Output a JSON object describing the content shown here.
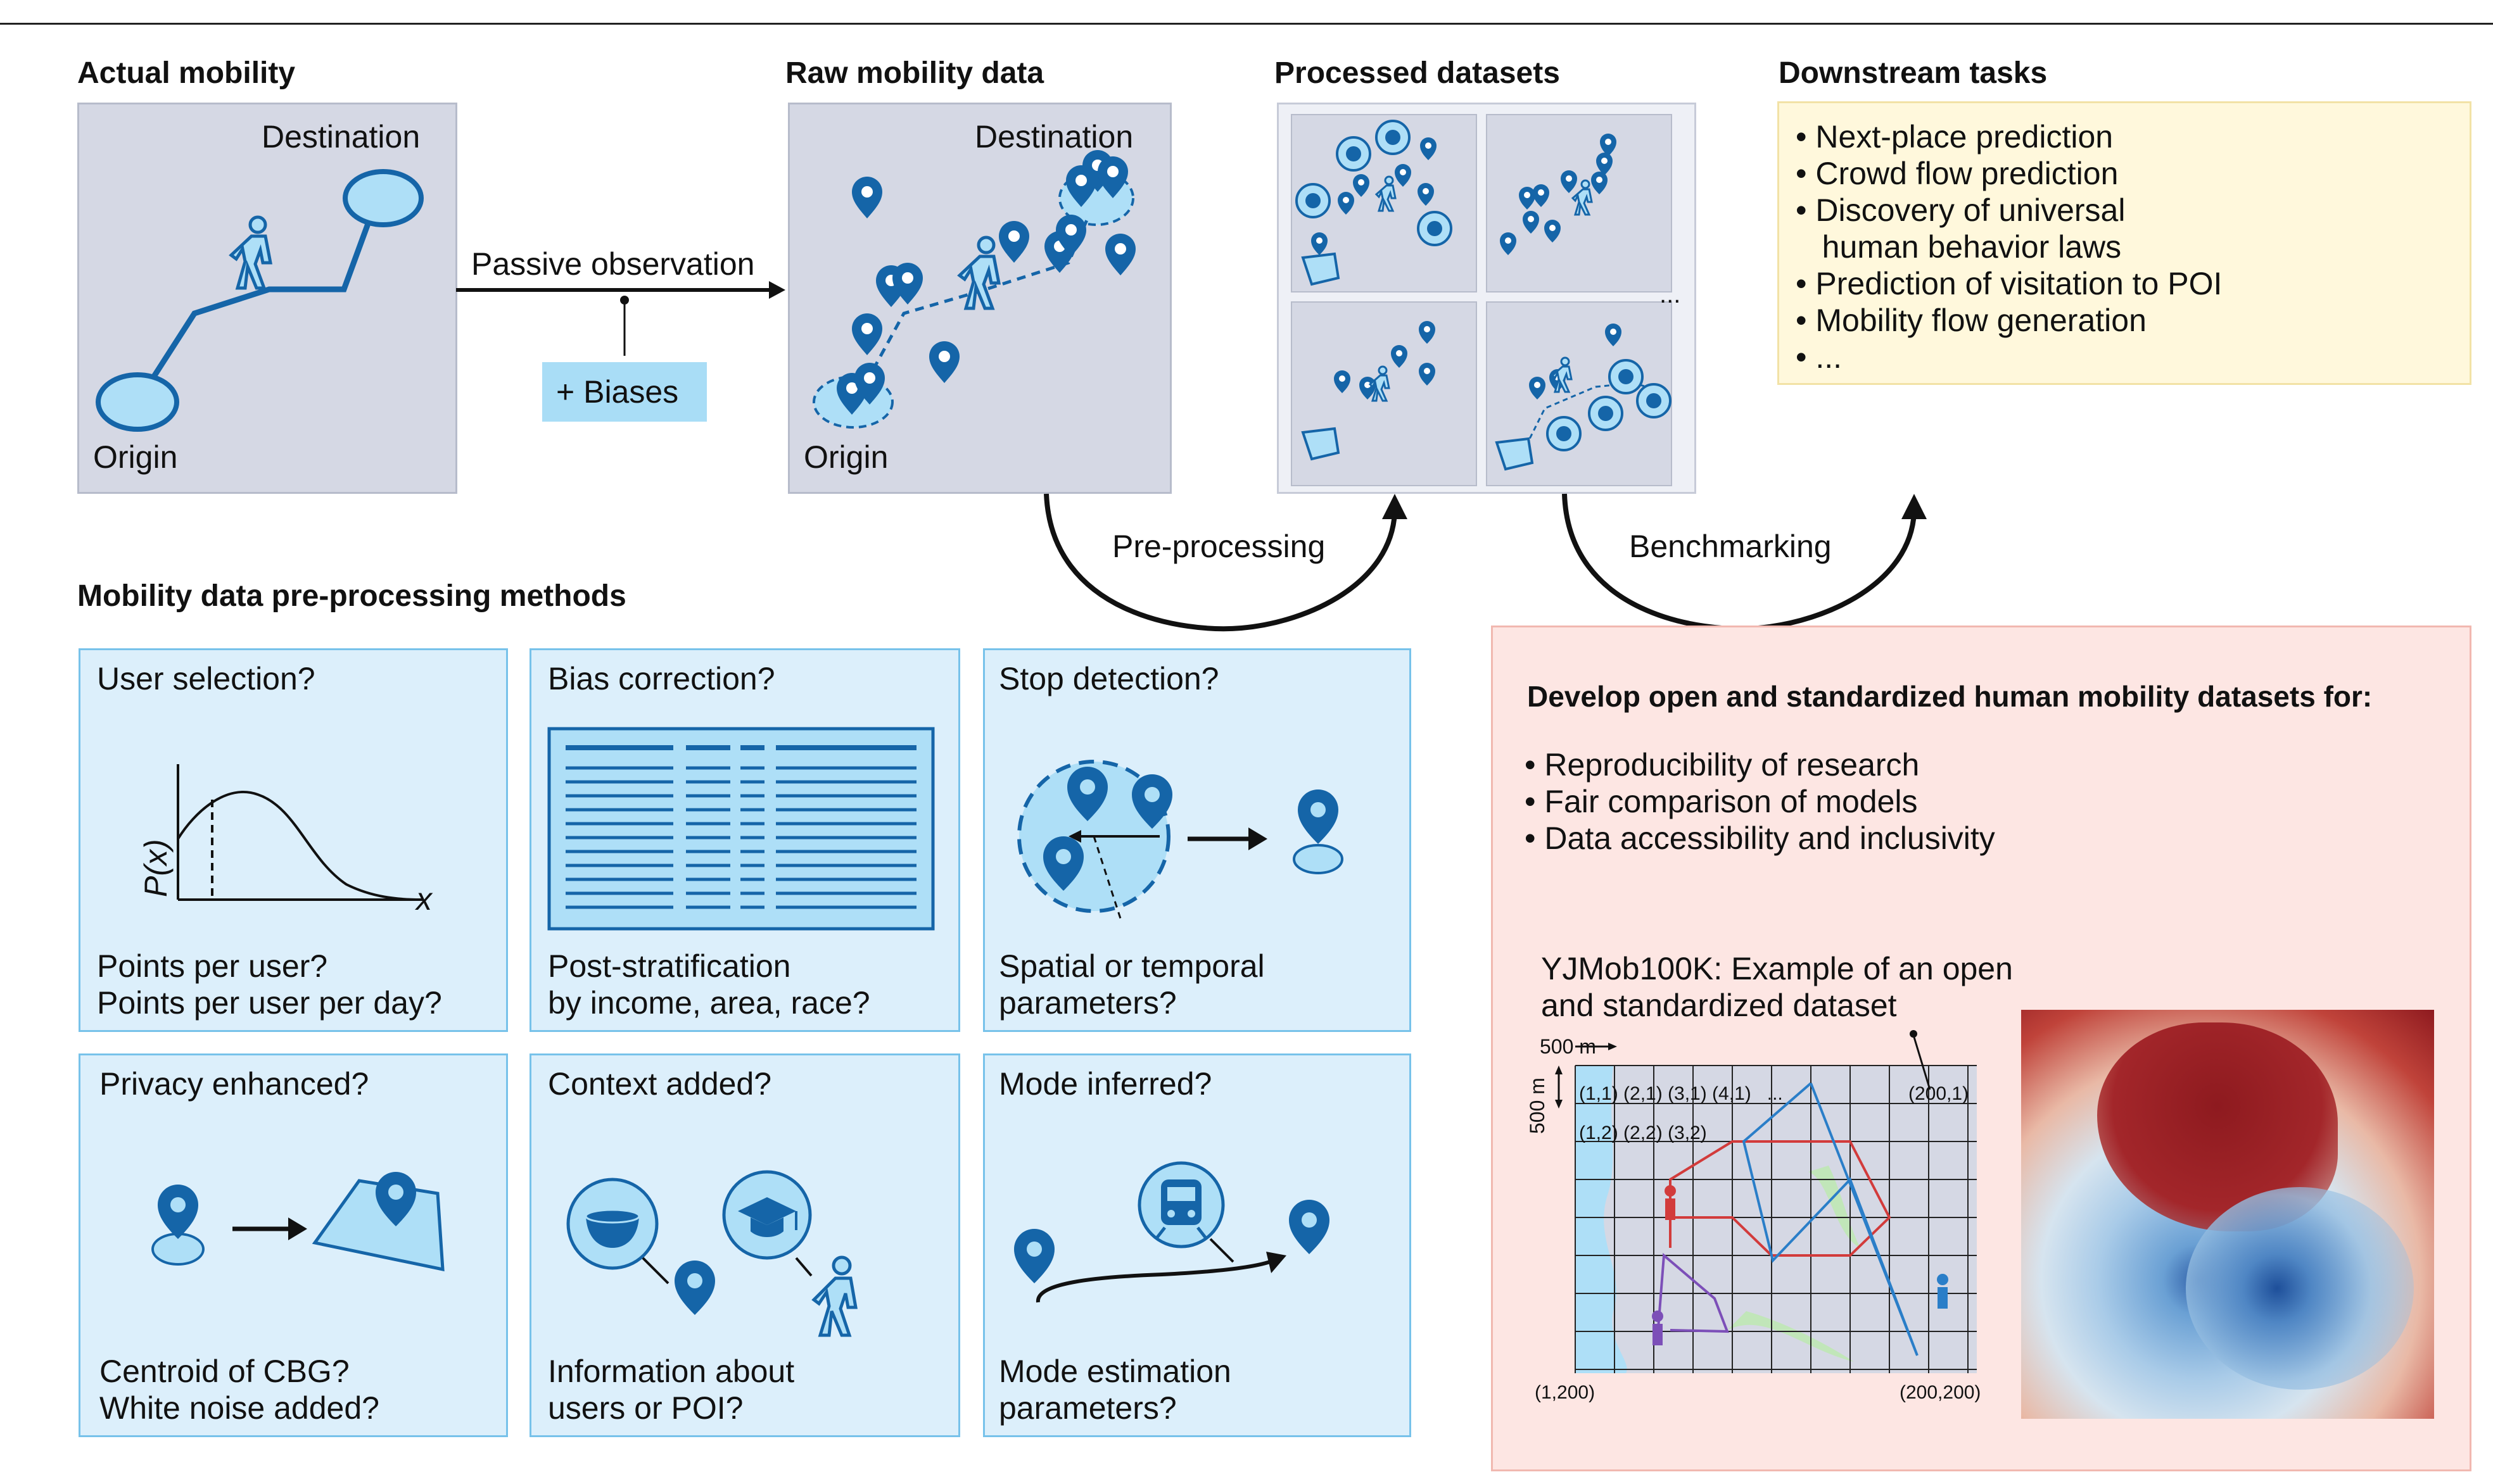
{
  "top": {
    "actual_title": "Actual mobility",
    "raw_title": "Raw mobility data",
    "processed_title": "Processed datasets",
    "downstream_title": "Downstream tasks",
    "destination": "Destination",
    "origin": "Origin",
    "passive": "Passive observation",
    "biases": "+ Biases",
    "ellipsis": "...",
    "preprocessing": "Pre-processing",
    "benchmarking": "Benchmarking",
    "tasks": [
      "• Next-place prediction",
      "• Crowd flow prediction",
      "• Discovery of universal",
      "   human behavior laws",
      "• Prediction of visitation to POI",
      "• Mobility flow generation",
      "• ..."
    ]
  },
  "methods": {
    "title": "Mobility data pre-processing methods",
    "user_selection": {
      "title": "User selection?",
      "l1": "Points per user?",
      "l2": "Points per user per day?",
      "ylabel": "P(x)",
      "xlabel": "x"
    },
    "bias": {
      "title": "Bias correction?",
      "l1": "Post-stratification",
      "l2": "by income, area, race?"
    },
    "stop": {
      "title": "Stop detection?",
      "l1": "Spatial or temporal",
      "l2": "parameters?"
    },
    "privacy": {
      "title": "Privacy enhanced?",
      "l1": "Centroid of CBG?",
      "l2": "White noise added?"
    },
    "context": {
      "title": "Context added?",
      "l1": "Information about",
      "l2": "users or POI?"
    },
    "mode": {
      "title": "Mode inferred?",
      "l1": "Mode estimation",
      "l2": "parameters?"
    }
  },
  "develop": {
    "title": "Develop open and standardized human mobility datasets for:",
    "bullets": [
      "• Reproducibility of research",
      "• Fair comparison of models",
      "• Data accessibility and inclusivity"
    ],
    "example_l1": "YJMob100K: Example of an open",
    "example_l2": "and standardized dataset",
    "scale_h": "500 m",
    "scale_v": "500 m",
    "row1": "(1,1) (2,1) (3,1) (4,1)   ...",
    "row2": "(1,2) (2,2) (3,2)",
    "c200_1": "(200,1)",
    "c1_200": "(1,200)",
    "c200_200": "(200,200)"
  },
  "colors": {
    "pin": "#1565a8",
    "panel": "#d5d8e4",
    "box": "#dceffb",
    "tasks_bg": "#fff8dc",
    "develop_bg": "#fde6e3"
  }
}
